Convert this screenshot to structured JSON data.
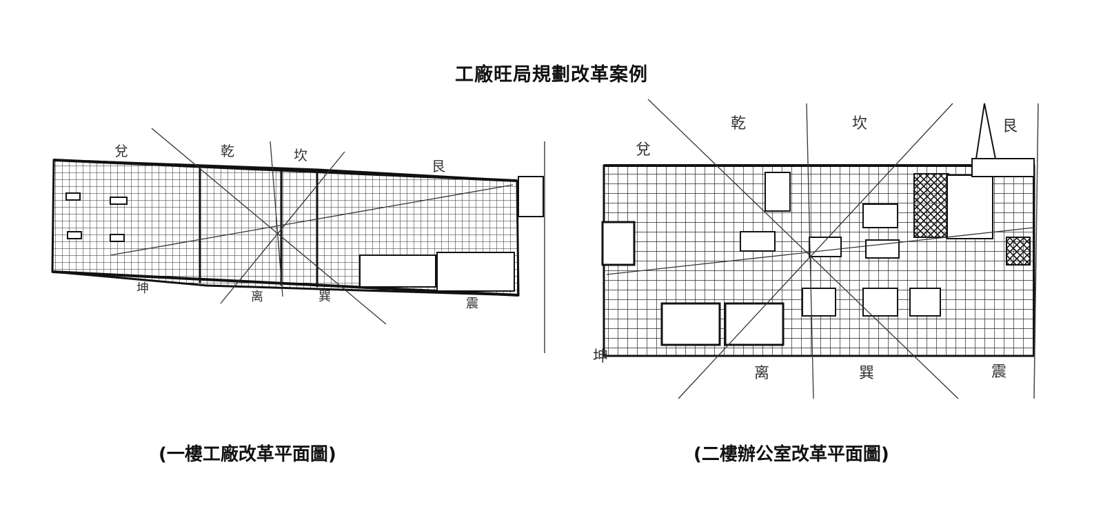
{
  "title": "工廠旺局規劃改革案例",
  "captions": {
    "first_floor": "(一樓工廠改革平面圖)",
    "second_floor": "(二樓辦公室改革平面圖)"
  },
  "plan1_labels": {
    "dui": "兌",
    "qian": "乾",
    "kan": "坎",
    "gen": "艮",
    "kun": "坤",
    "li": "离",
    "xun": "巽",
    "zhen": "震"
  },
  "plan2_labels": {
    "dui": "兌",
    "qian": "乾",
    "kan": "坎",
    "gen": "艮",
    "kun": "坤",
    "li": "离",
    "xun": "巽",
    "zhen": "震"
  },
  "colors": {
    "ink": "#1a1a1a",
    "background": "#ffffff"
  }
}
